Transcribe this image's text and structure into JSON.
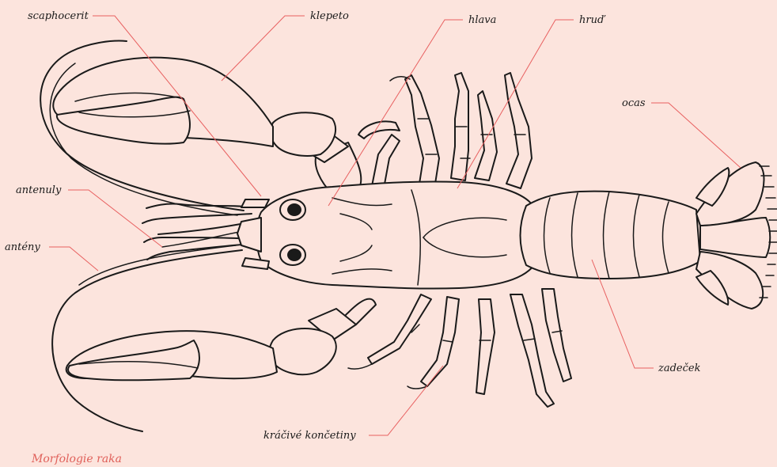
{
  "labels": {
    "scaphocerit": "scaphocerit",
    "klepeto": "klepeto",
    "hlava": "hlava",
    "hrud": "hruď",
    "ocas": "ocas",
    "antenuly": "antenuly",
    "anteny": "antény",
    "zadecek": "zadeček",
    "kracive_koncetiny": "kráčivé končetiny"
  },
  "caption": "Morfologie raka",
  "colors": {
    "background": "#fce4dd",
    "leader_lines": "#e86060",
    "caption": "#e0605a",
    "ink": "#1a1a1a"
  }
}
